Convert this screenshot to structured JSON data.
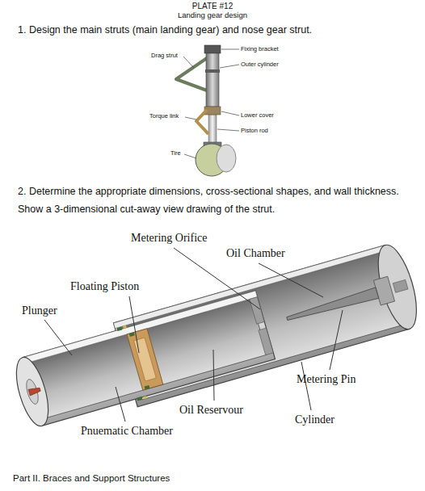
{
  "diagram": {
    "title": "PLATE #12",
    "labels": [
      "Landing gear design",
      "1. Design the main struts (main landing gear) and nose gear strut.",
      "Drag strut",
      "Fixing bracket",
      "Outer cylinder",
      "Torque link",
      "Lower cover",
      "Piston rod",
      "Tire",
      "2. Determine the appropriate dimensions, cross-sectional shapes, and wall thickness. Show a 3-dimensional cut-away view drawing of the strut.",
      "Metering Orifice",
      "Oil Chamber",
      "Floating Piston",
      "Plunger",
      "Metering Pin",
      "Oil Reservour",
      "Cylinder",
      "Pnuematic Chamber",
      "Part II. Braces and Support Structures"
    ]
  }
}
